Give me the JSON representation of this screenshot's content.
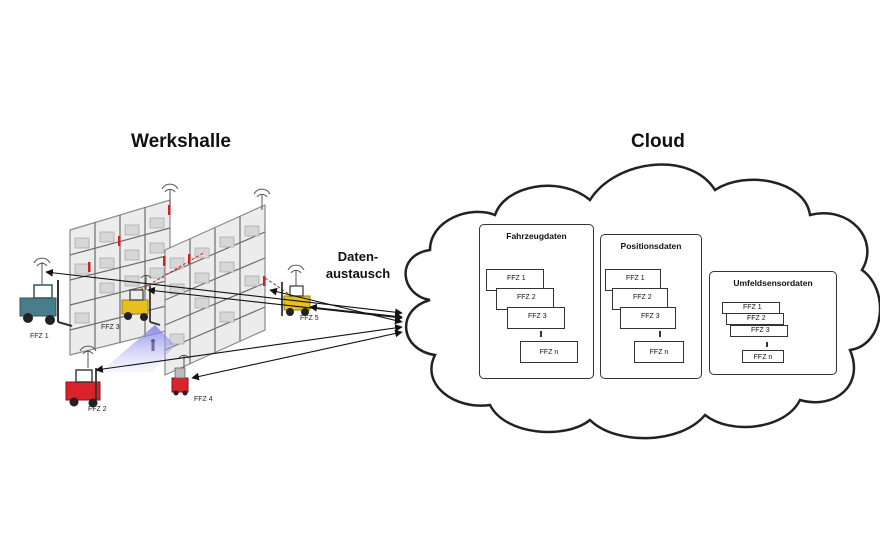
{
  "titles": {
    "factory": "Werkshalle",
    "cloud": "Cloud"
  },
  "exchange": {
    "line1": "Daten-",
    "line2": "austausch"
  },
  "vehicles": [
    "FFZ 1",
    "FFZ 2",
    "FFZ 3",
    "FFZ 4",
    "FFZ 5"
  ],
  "panels": [
    {
      "title": "Fahrzeugdaten",
      "items": [
        "FFZ 1",
        "FFZ 2",
        "FFZ 3"
      ],
      "last": "FFZ n"
    },
    {
      "title": "Positionsdaten",
      "items": [
        "FFZ 1",
        "FFZ 2",
        "FFZ 3"
      ],
      "last": "FFZ n"
    },
    {
      "title": "Umfeldsensordaten",
      "items": [
        "FFZ 1",
        "FFZ 2",
        "FFZ 3"
      ],
      "last": "FFZ n"
    }
  ],
  "colors": {
    "vehicle_red": "#d8232a",
    "vehicle_yellow": "#e6c020",
    "vehicle_teal": "#4a7d8a",
    "rack": "#6d6d6d",
    "rack_marker": "#cc2222",
    "sensor_cone": "#8c8ce8"
  }
}
